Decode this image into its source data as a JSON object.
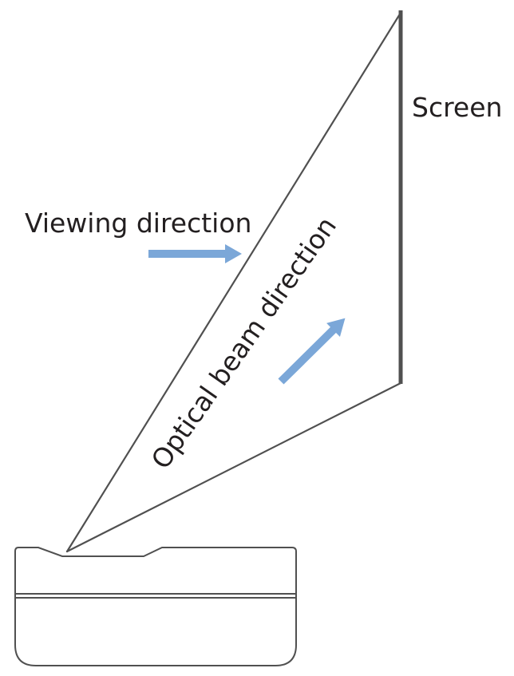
{
  "labels": {
    "screen": "Screen",
    "viewing_direction": "Viewing direction",
    "optical_beam_direction": "Optical beam direction"
  },
  "colors": {
    "line": "#505050",
    "arrow": "#7ba7d8",
    "text": "#231f20",
    "background": "#ffffff"
  }
}
